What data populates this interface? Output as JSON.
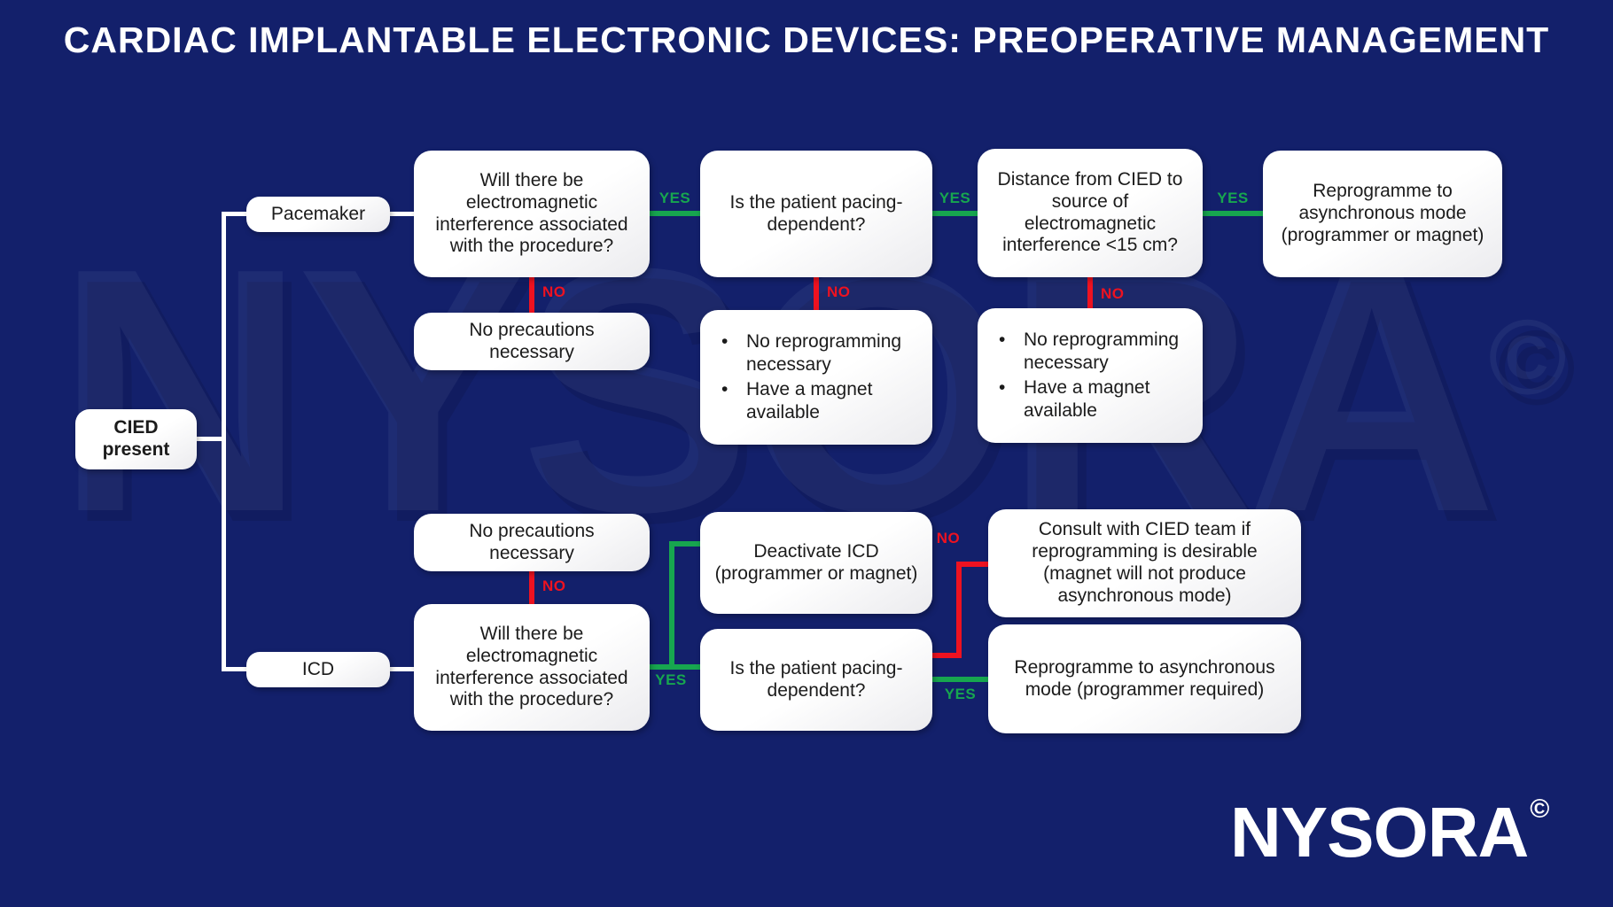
{
  "title": "CARDIAC IMPLANTABLE ELECTRONIC DEVICES: PREOPERATIVE MANAGEMENT",
  "labels": {
    "yes": "YES",
    "no": "NO"
  },
  "root": {
    "label": "CIED present"
  },
  "pacemaker": {
    "branch_label": "Pacemaker",
    "q_emi": "Will there be electromagnetic interference associated with the procedure?",
    "emi_no": "No precautions necessary",
    "q_pacing": "Is the patient pacing-dependent?",
    "pacing_no": [
      "No reprogramming necessary",
      "Have a magnet available"
    ],
    "q_distance": "Distance from CIED to source of electromagnetic interference <15 cm?",
    "distance_no": [
      "No reprogramming necessary",
      "Have a magnet available"
    ],
    "distance_yes": "Reprogramme to asynchronous mode (programmer or magnet)"
  },
  "icd": {
    "branch_label": "ICD",
    "q_emi": "Will there be electromagnetic interference associated with the procedure?",
    "emi_no": "No precautions necessary",
    "emi_yes_deactivate": "Deactivate ICD (programmer or magnet)",
    "q_pacing": "Is the patient pacing-dependent?",
    "pacing_no_consult": "Consult with CIED team if reprogramming is desirable (magnet will not produce asynchronous mode)",
    "pacing_yes_reprogramme": "Reprogramme to asynchronous mode (programmer required)"
  },
  "watermark": {
    "text": "NYSORA",
    "copyright": "©"
  },
  "logo": {
    "text": "NYSORA",
    "copyright": "©"
  },
  "colors": {
    "background": "#13206B",
    "box": "#FFFFFF",
    "yes_green": "#17A64F",
    "no_red": "#EE1220",
    "title_text": "#FFFFFF",
    "box_text": "#1B1B1B"
  }
}
